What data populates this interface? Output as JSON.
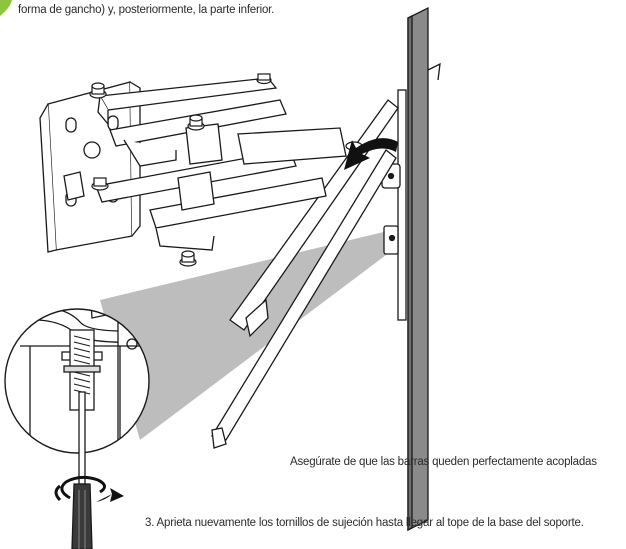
{
  "text": {
    "intro": "forma de gancho) y, posteriormente, la parte inferior.",
    "note": "Asegúrate de que las barras queden perfectamente acopladas",
    "step3": "3. Aprieta nuevamente los tornillos de sujeción hasta llegar al tope de la base del soporte."
  },
  "colors": {
    "accent": "#8cc63f",
    "line": "#1a1a1a",
    "tv_panel": "#8a8a8a",
    "zoom_beam": "#b9b9b9"
  },
  "icons": {
    "rotate_arrow": "curved-arrow-icon",
    "screwdriver_turn": "rotation-arrow-icon"
  }
}
